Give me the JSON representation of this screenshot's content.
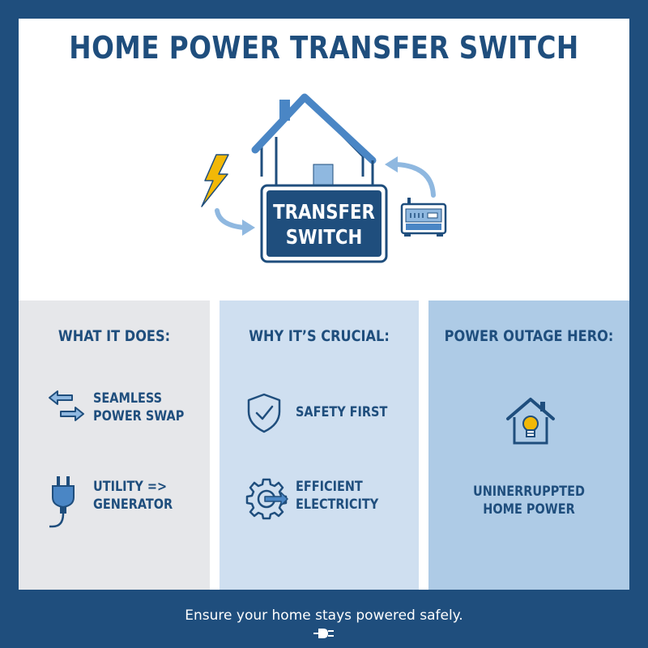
{
  "title": "HOME POWER TRANSFER SWITCH",
  "hero": {
    "switch_line1": "TRANSFER",
    "switch_line2": "SWITCH"
  },
  "panels": [
    {
      "heading": "WHAT IT DOES:",
      "items": [
        {
          "icon": "swap-arrows-icon",
          "line1": "SEAMLESS",
          "line2": "POWER SWAP"
        },
        {
          "icon": "plug-icon",
          "line1": "UTILITY =>",
          "line2": "GENERATOR"
        }
      ]
    },
    {
      "heading": "WHY IT’S CRUCIAL:",
      "items": [
        {
          "icon": "shield-check-icon",
          "line1": "SAFETY FIRST",
          "line2": ""
        },
        {
          "icon": "gear-arrow-icon",
          "line1": "EFFICIENT",
          "line2": "ELECTRICITY"
        }
      ]
    },
    {
      "heading": "POWER OUTAGE HERO:",
      "items": [
        {
          "icon": "house-bulb-icon",
          "line1": "UNINERRUPPTED",
          "line2": "HOME POWER"
        }
      ]
    }
  ],
  "footer": {
    "text": "Ensure your home stays powered safely.",
    "icon": "plug-icon"
  },
  "colors": {
    "navy": "#1f4e7d",
    "light_blue": "#8fb8e0",
    "bolt": "#f2b807",
    "panel_gray": "#e6e7ea",
    "panel_blue_light": "#cfdff0",
    "panel_blue_mid": "#aecbe6"
  }
}
